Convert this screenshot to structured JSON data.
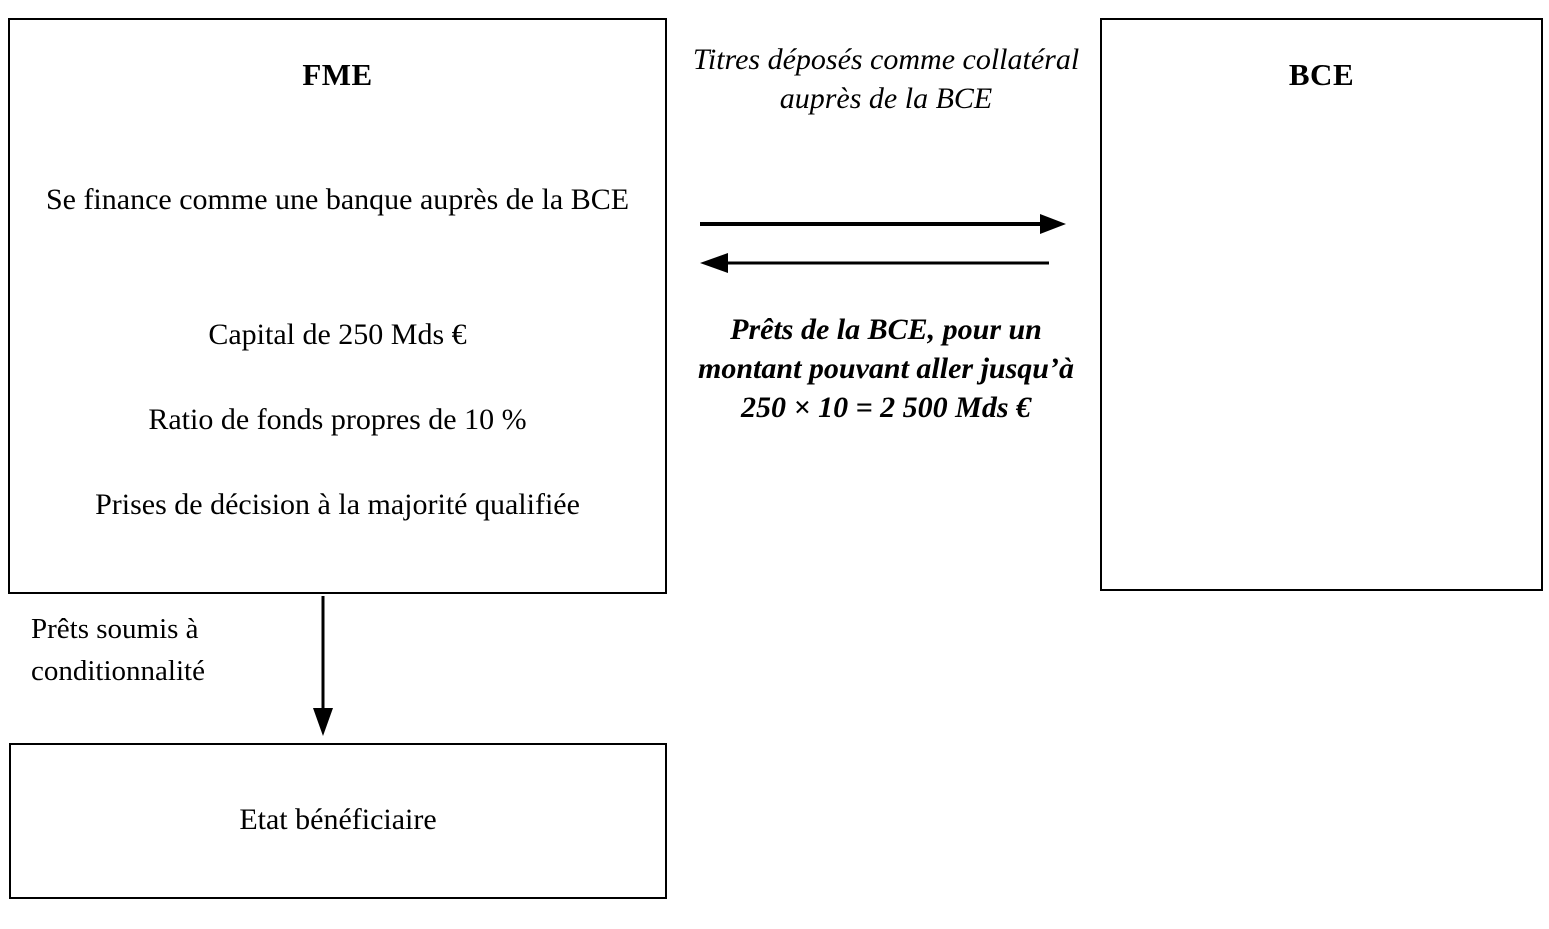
{
  "diagram": {
    "title": "FME / BCE financing scheme",
    "boxes": {
      "fme": {
        "title": "FME",
        "lines": [
          "Se finance comme une banque auprès de la BCE",
          "Capital de 250 Mds €",
          "Ratio de fonds propres de 10 %",
          "Prises de décision à la majorité qualifiée"
        ]
      },
      "bce": {
        "title": "BCE"
      },
      "etat": {
        "title": "Etat bénéficiaire"
      }
    },
    "connectors": {
      "fme_to_bce_label": "Titres déposés comme collatéral auprès de la BCE",
      "bce_to_fme_label": "Prêts de la BCE, pour un montant pouvant aller jusqu’à  250 × 10 = 2 500 Mds €",
      "fme_to_etat_label": "Prêts soumis à conditionnalité",
      "arrow_right_name": "arrow-right-icon",
      "arrow_left_name": "arrow-left-icon",
      "arrow_down_name": "arrow-down-icon"
    },
    "values": {
      "capital": "250 Mds €",
      "leverage_ratio": "10 %",
      "multiplier": "250 × 10",
      "max_loans": "2 500 Mds €"
    },
    "colors": {
      "stroke": "#000000",
      "background": "#ffffff",
      "text": "#000000"
    }
  }
}
